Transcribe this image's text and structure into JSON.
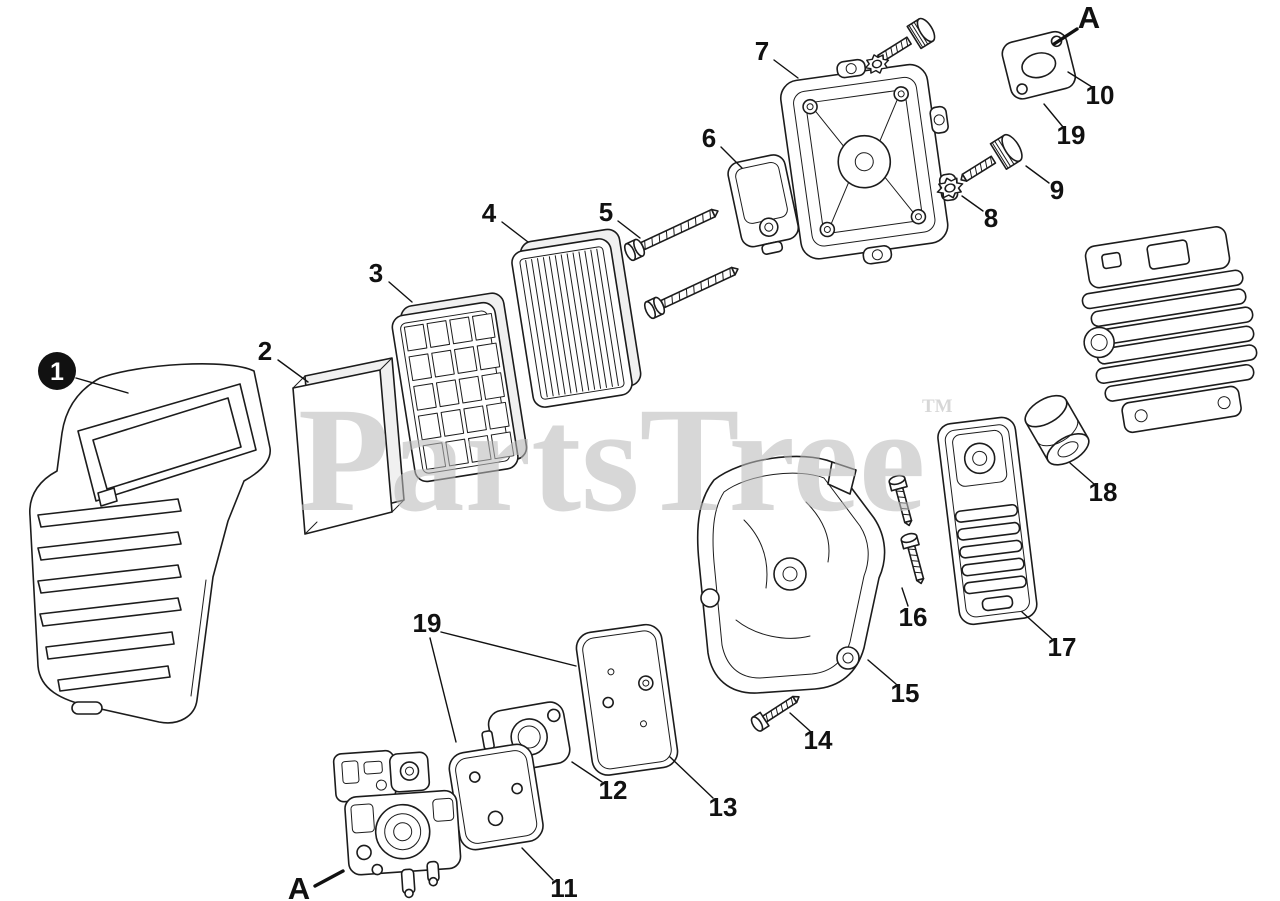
{
  "diagram": {
    "watermark": "PartsTree",
    "watermark_tm": "TM",
    "callouts": {
      "n1": "1",
      "n2": "2",
      "n3": "3",
      "n4": "4",
      "n5": "5",
      "n6": "6",
      "n7": "7",
      "n8": "8",
      "n9": "9",
      "n10": "10",
      "n11": "11",
      "n12": "12",
      "n13": "13",
      "n14": "14",
      "n15": "15",
      "n16": "16",
      "n17": "17",
      "n18": "18",
      "n19_top": "19",
      "n19_mid": "19",
      "a_top": "A",
      "a_bottom": "A"
    },
    "colors": {
      "line": "#1c1c1c",
      "watermark": "#bbbbbb",
      "background": "#ffffff"
    }
  }
}
